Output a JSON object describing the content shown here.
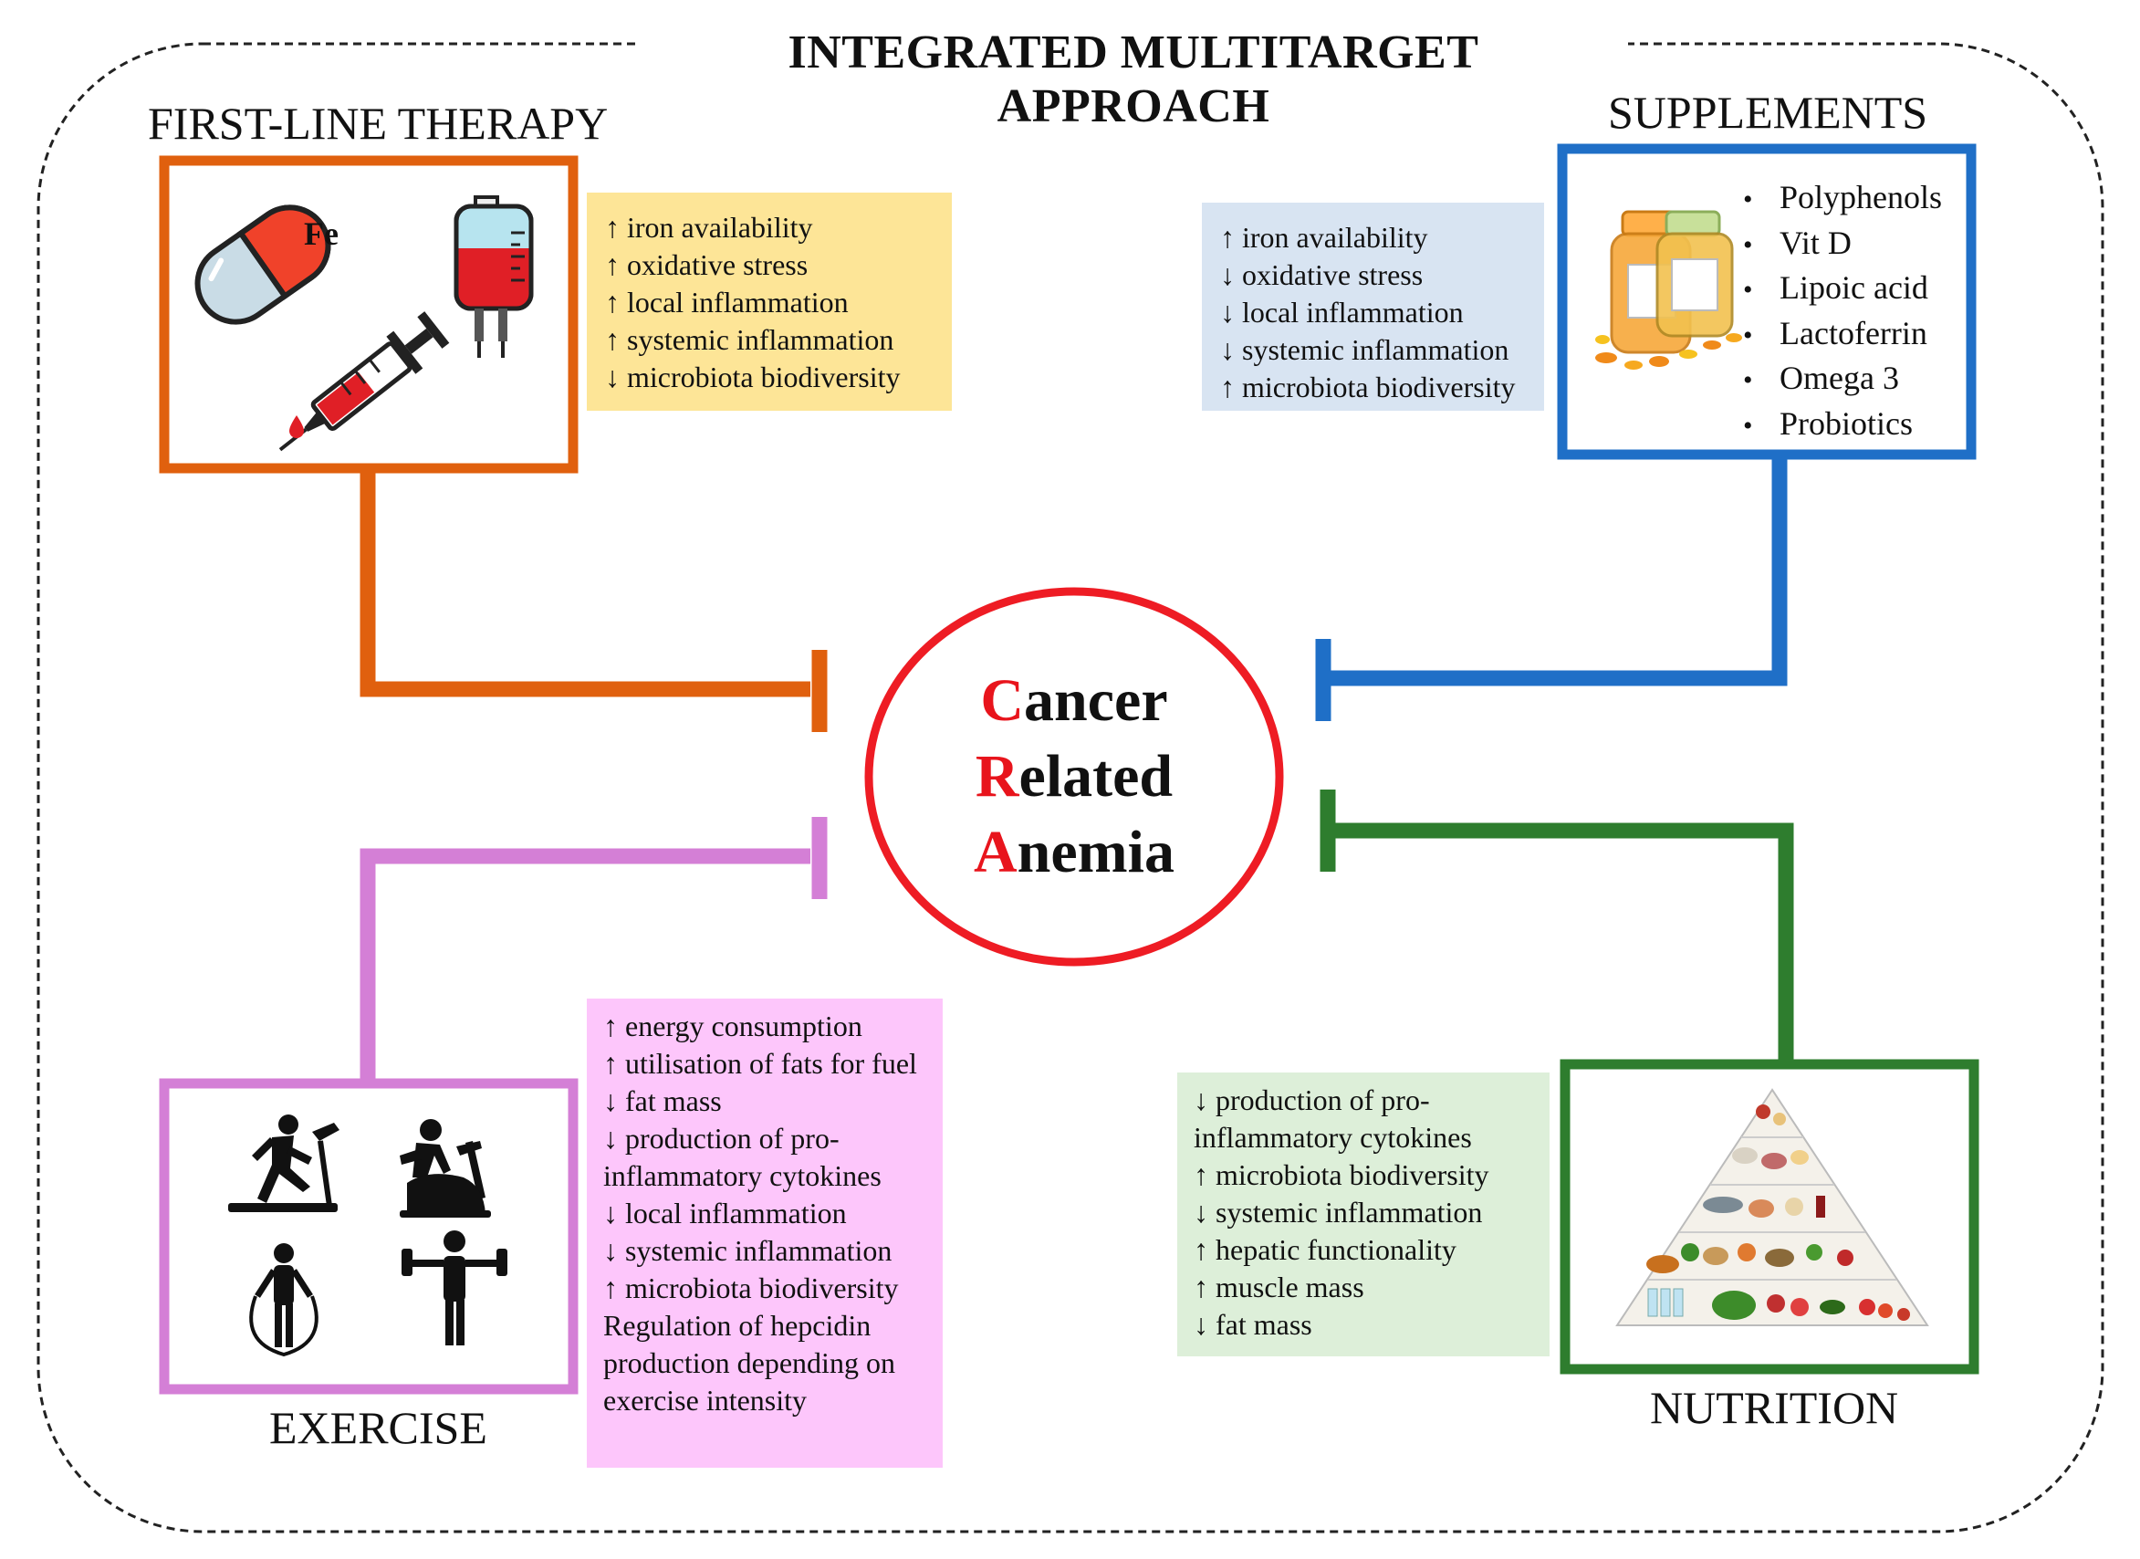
{
  "title": "INTEGRATED MULTITARGET APPROACH",
  "colors": {
    "first_line": "#e0600e",
    "supplements": "#1f6fc7",
    "exercise": "#d47fd6",
    "nutrition": "#2e7d2e",
    "center": "#ee1c24",
    "first_line_box": "#fde597",
    "supplements_box": "#d8e4f2",
    "exercise_box": "#fdc6fb",
    "nutrition_box": "#ddefd9"
  },
  "center": {
    "lines": [
      {
        "initial": "C",
        "rest": "ancer"
      },
      {
        "initial": "R",
        "rest": "elated"
      },
      {
        "initial": "A",
        "rest": "nemia"
      }
    ]
  },
  "first_line": {
    "label": "FIRST-LINE THERAPY",
    "pill_text": "Fe",
    "icons": [
      "iron-pill-icon",
      "blood-bag-icon",
      "syringe-icon"
    ],
    "effects": [
      "↑ iron availability",
      "↑ oxidative stress",
      "↑ local inflammation",
      "↑ systemic inflammation",
      "↓ microbiota biodiversity"
    ]
  },
  "supplements": {
    "label": "SUPPLEMENTS",
    "icons": [
      "supplement-bottles-icon"
    ],
    "items": [
      "Polyphenols",
      "Vit D",
      "Lipoic acid",
      "Lactoferrin",
      "Omega 3",
      "Probiotics"
    ],
    "effects": [
      "↑ iron availability",
      "↓ oxidative stress",
      "↓ local inflammation",
      "↓ systemic inflammation",
      "↑ microbiota biodiversity"
    ]
  },
  "exercise": {
    "label": "EXERCISE",
    "icons": [
      "treadmill-runner-icon",
      "exercise-bike-icon",
      "jump-rope-icon",
      "dumbbell-icon"
    ],
    "effects": [
      "↑ energy consumption",
      "↑ utilisation of fats for fuel",
      "↓ fat mass",
      "↓ production of pro-inflammatory cytokines",
      "↓ local inflammation",
      "↓ systemic inflammation",
      "↑ microbiota biodiversity",
      "Regulation of hepcidin production depending on exercise intensity"
    ]
  },
  "nutrition": {
    "label": "NUTRITION",
    "icons": [
      "food-pyramid-icon"
    ],
    "effects": [
      "↓ production of pro-inflammatory cytokines",
      "↑ microbiota biodiversity",
      "↓ systemic inflammation",
      "↑ hepatic functionality",
      "↑ muscle mass",
      "↓ fat mass"
    ]
  }
}
